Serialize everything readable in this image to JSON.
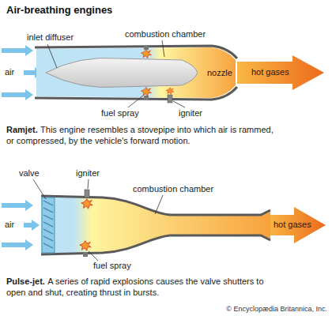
{
  "diagram": {
    "title": "Air-breathing engines",
    "labels": [
      "inlet diffuser",
      "combustion chamber",
      "air",
      "nozzle",
      "hot gases",
      "fuel spray",
      "igniter",
      "Ramjet.",
      "This engine resembles a stovepipe into which air is rammed, or compressed, by the vehicle's forward motion.",
      "valve",
      "igniter",
      "combustion chamber",
      "air",
      "hot gases",
      "fuel spray",
      "Pulse-jet.",
      "A series of rapid explosions causes the valve shutters to open and shut, creating thrust in bursts.",
      "© Encyclopædia Britannica, Inc."
    ]
  }
}
